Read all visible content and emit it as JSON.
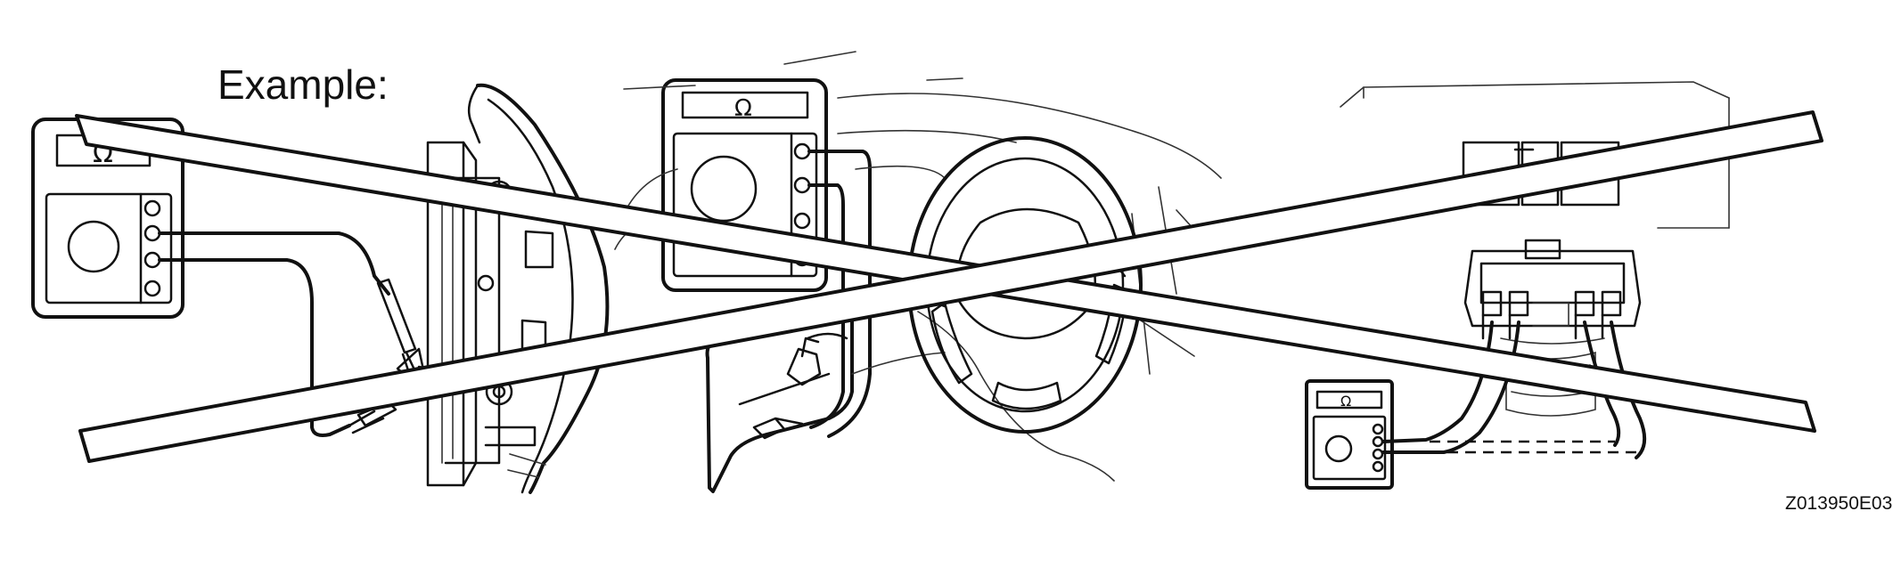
{
  "labels": {
    "example": "Example:",
    "figure_code": "Z013950E03"
  },
  "meters": [
    {
      "symbol": "Ω"
    },
    {
      "symbol": "Ω"
    },
    {
      "symbol": "Ω"
    }
  ],
  "icons": {
    "prohibition_mark": "cross-out-x-icon",
    "ohmmeter": "ohmmeter-icon",
    "steering_wheel": "steering-wheel-icon"
  }
}
